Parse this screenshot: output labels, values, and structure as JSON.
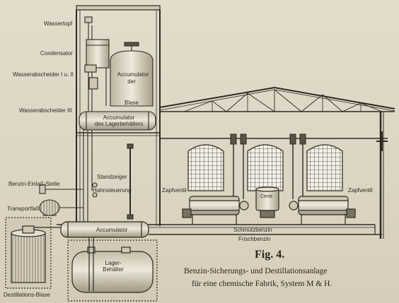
{
  "labels": {
    "wassertopf": "Wassertopf",
    "condensator": "Condensator",
    "wasserabscheider_1_2": "Wasserabscheider I u. II",
    "wasserabscheider_3": "Wasserabscheider III",
    "benzin_einlass": "Benzin-Einlaß-Stelle",
    "transportfass": "Transportfaß",
    "destillations_blase": "Destillations-Blase",
    "standzeiger": "Standzeiger",
    "hahnsteuerung": "Hahnsteuerung",
    "accumulator_blase": [
      "Accumulator",
      "der",
      "Blase"
    ],
    "accumulator_lager": [
      "Accumulator",
      "des Lagerbehälters"
    ],
    "accumulator": "Accumulator",
    "lager_behaelter": [
      "Lager-",
      "Behälter"
    ],
    "zapfventil_left": "Zapfventil",
    "zapfventil_right": "Zapfventil",
    "centr": "Centr.",
    "schmutzbenzin": "Schmutzbenzin",
    "frischbenzin": "Frischbenzin"
  },
  "caption": {
    "figure": "Fig. 4.",
    "line1": "Benzin-Sicherungs- und Destillationsanlage",
    "line2": "für eine chemische Fabrik, System M & H."
  }
}
